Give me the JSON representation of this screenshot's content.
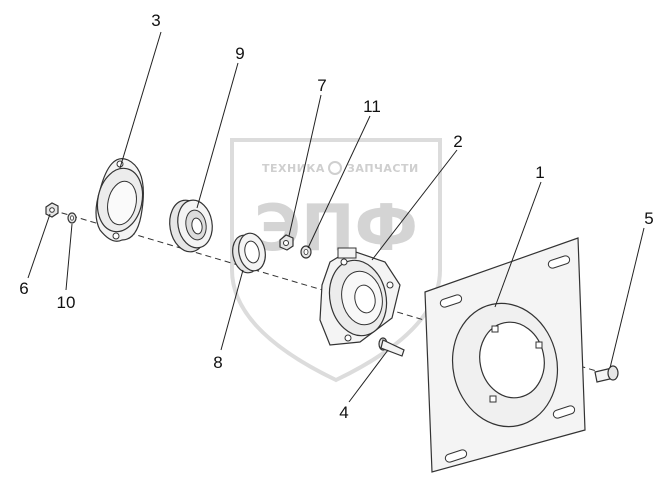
{
  "watermark": {
    "line1_left": "ТЕХНИКА",
    "line1_right": "ЗАПЧАСТИ",
    "logo": "ЭПФ"
  },
  "callouts": {
    "c1": "1",
    "c2": "2",
    "c3": "3",
    "c4": "4",
    "c5": "5",
    "c6": "6",
    "c7": "7",
    "c8": "8",
    "c9": "9",
    "c10": "10",
    "c11": "11"
  }
}
